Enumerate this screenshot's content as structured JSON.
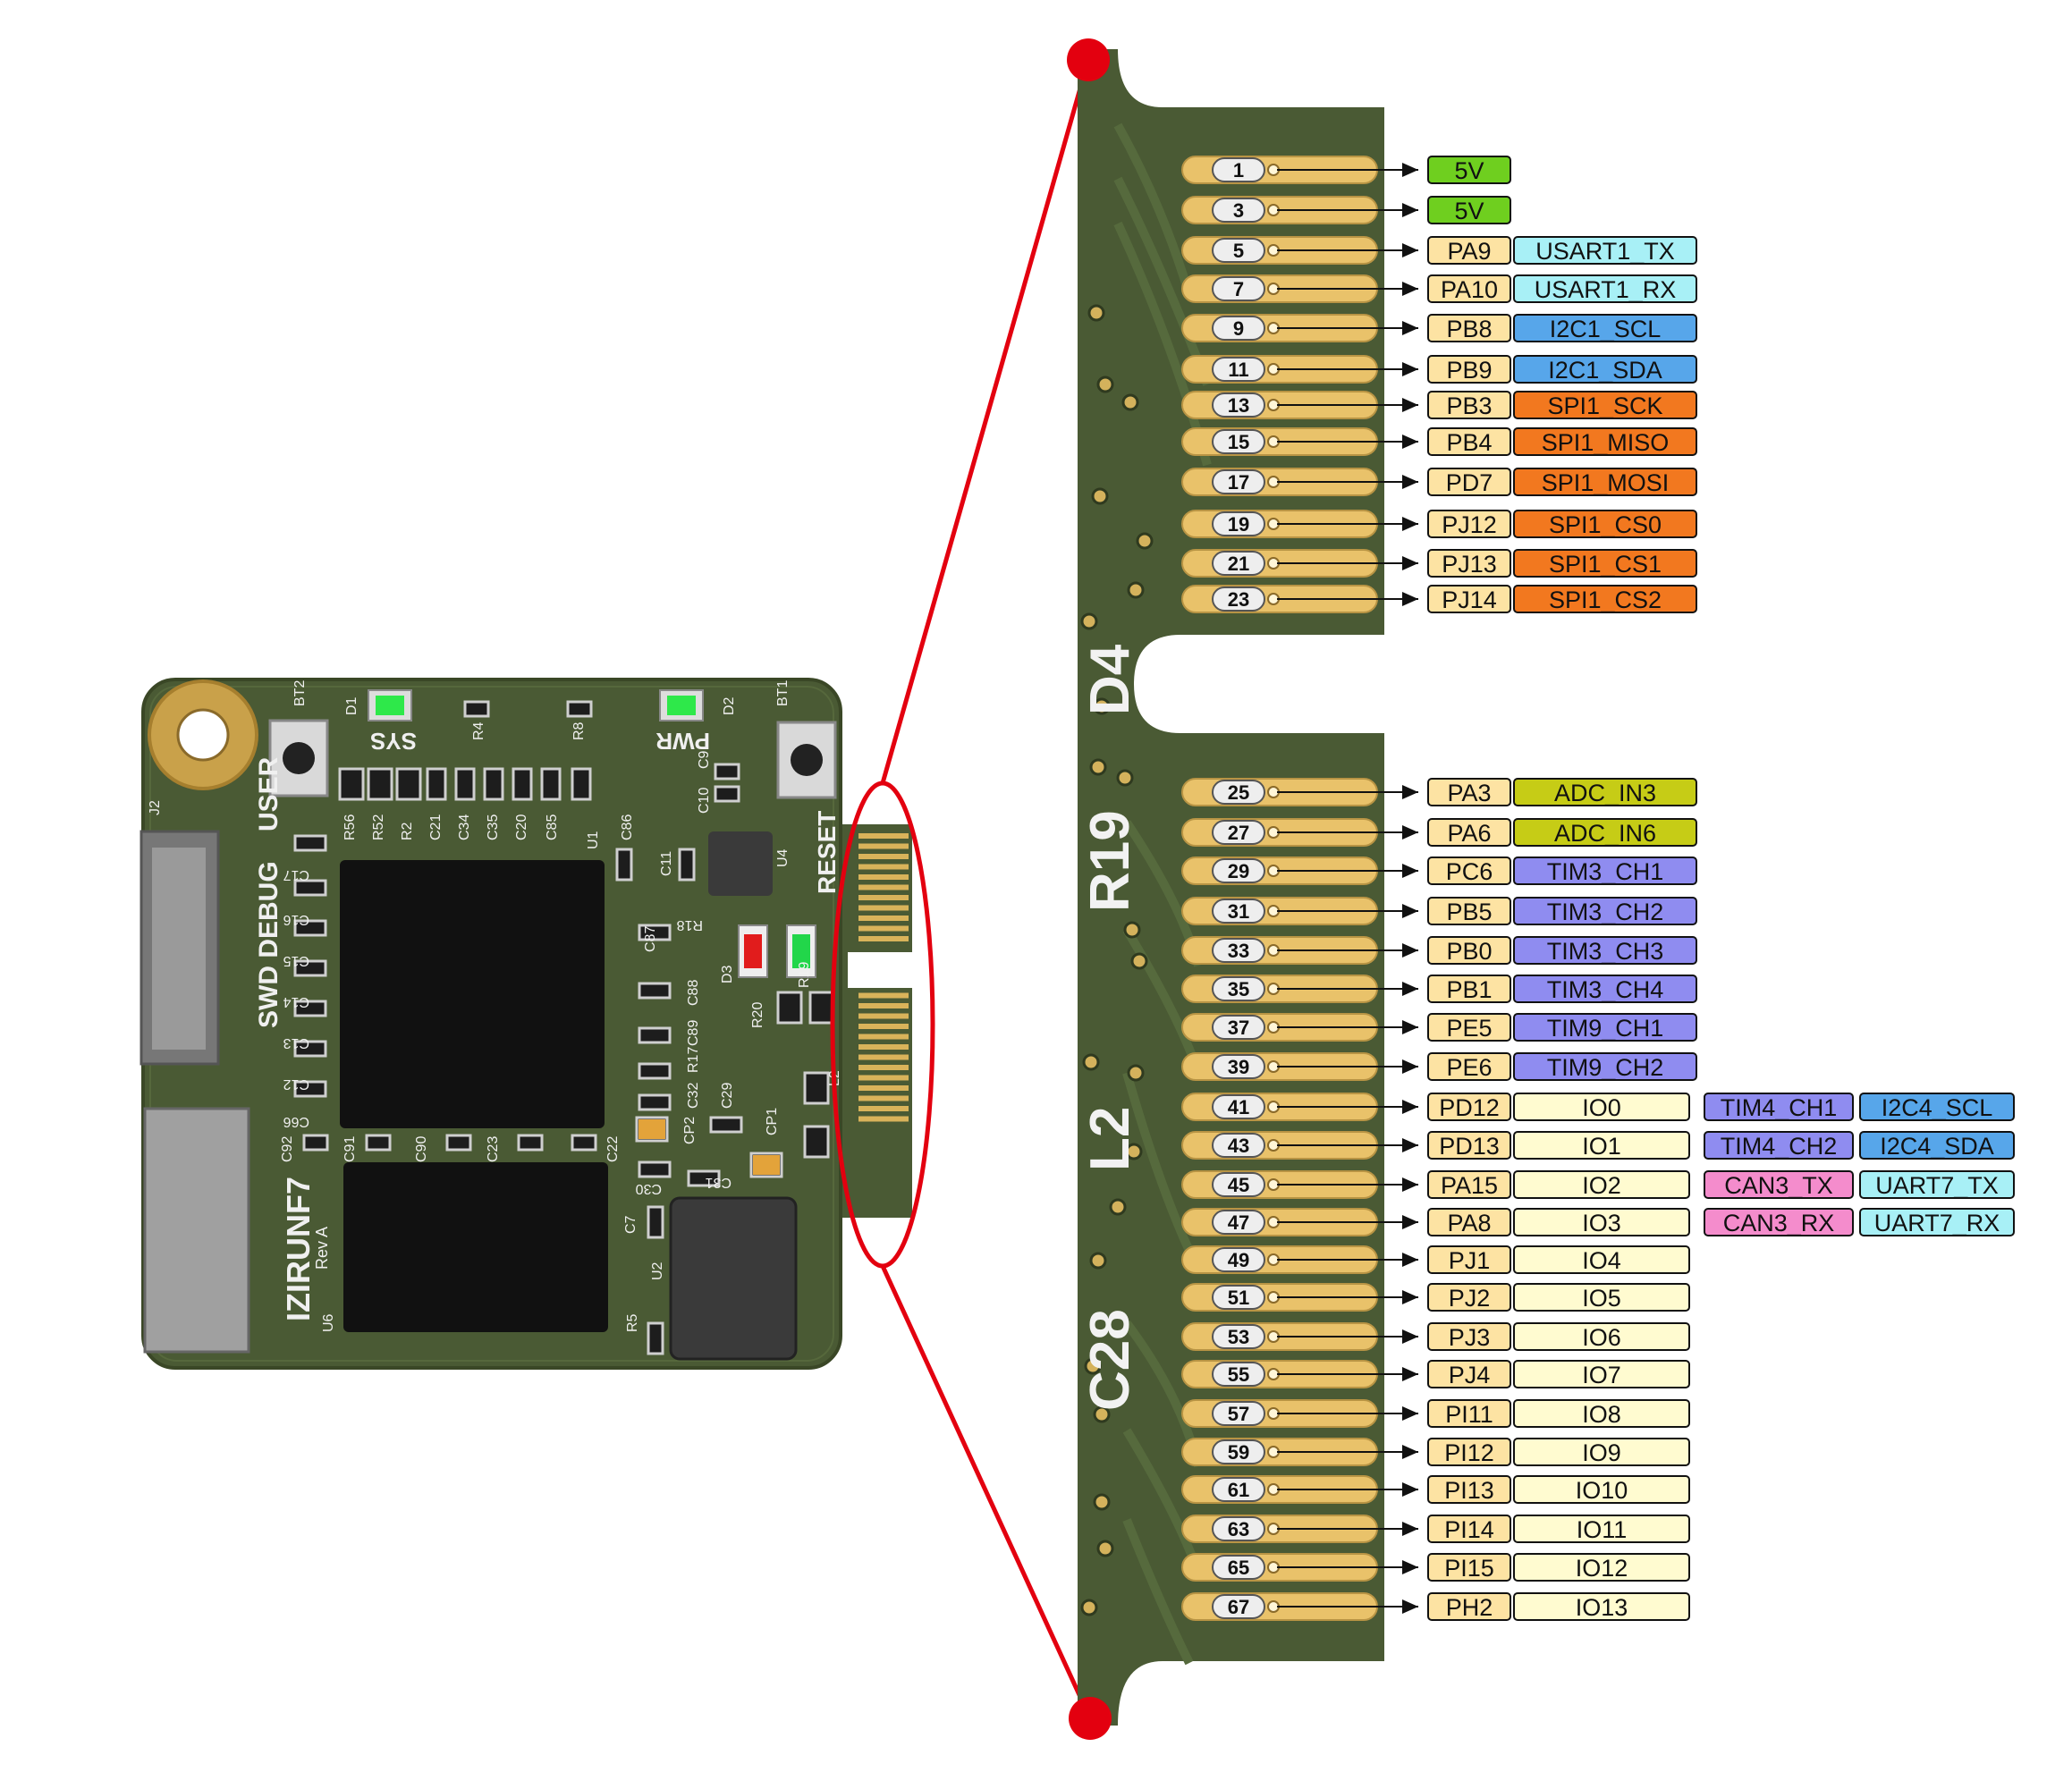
{
  "colors": {
    "pcb_green": "#4a5a34",
    "pcb_dark": "#3f4d2c",
    "gold": "#e9c26a",
    "gold_pad": "#d9b35a",
    "red_callout": "#e3000f",
    "power": "#6fcf1f",
    "gpio": "#fde3a3",
    "usart": "#a8f0f6",
    "i2c": "#57a6ea",
    "spi": "#f2781f",
    "adc": "#c6cc16",
    "tim": "#8f8cf0",
    "io": "#fffbd0",
    "can": "#f48ccc"
  },
  "board": {
    "name": "IZIRUNF7",
    "revision": "Rev A",
    "silkscreen_labels": [
      "USER",
      "SWD DEBUG",
      "RESET",
      "SYS",
      "PWR",
      "BT2",
      "BT1",
      "J2",
      "U1",
      "U2",
      "U4",
      "U6",
      "D1",
      "D2",
      "D3",
      "R4",
      "R8",
      "R5",
      "R56",
      "R52",
      "R2",
      "R17",
      "R18",
      "R19",
      "R20",
      "C21",
      "C34",
      "C35",
      "C20",
      "C85",
      "C86",
      "C11",
      "C10",
      "C9",
      "C87",
      "C88",
      "C89",
      "C32",
      "C29",
      "CP1",
      "CP2",
      "C30",
      "C31",
      "C7",
      "C17",
      "C16",
      "C15",
      "C14",
      "C13",
      "C12",
      "C66",
      "C92",
      "C91",
      "C90",
      "C23",
      "C22",
      "L2"
    ]
  },
  "zoom_silkscreen": [
    "D4",
    "R19",
    "L2",
    "C28"
  ],
  "pins": [
    {
      "num": "1",
      "labels": [
        {
          "text": "5V",
          "cat": "power"
        }
      ]
    },
    {
      "num": "3",
      "labels": [
        {
          "text": "5V",
          "cat": "power"
        }
      ]
    },
    {
      "num": "5",
      "labels": [
        {
          "text": "PA9",
          "cat": "gpio"
        },
        {
          "text": "USART1_TX",
          "cat": "usart"
        }
      ]
    },
    {
      "num": "7",
      "labels": [
        {
          "text": "PA10",
          "cat": "gpio"
        },
        {
          "text": "USART1_RX",
          "cat": "usart"
        }
      ]
    },
    {
      "num": "9",
      "labels": [
        {
          "text": "PB8",
          "cat": "gpio"
        },
        {
          "text": "I2C1_SCL",
          "cat": "i2c"
        }
      ]
    },
    {
      "num": "11",
      "labels": [
        {
          "text": "PB9",
          "cat": "gpio"
        },
        {
          "text": "I2C1_SDA",
          "cat": "i2c"
        }
      ]
    },
    {
      "num": "13",
      "labels": [
        {
          "text": "PB3",
          "cat": "gpio"
        },
        {
          "text": "SPI1_SCK",
          "cat": "spi"
        }
      ]
    },
    {
      "num": "15",
      "labels": [
        {
          "text": "PB4",
          "cat": "gpio"
        },
        {
          "text": "SPI1_MISO",
          "cat": "spi"
        }
      ]
    },
    {
      "num": "17",
      "labels": [
        {
          "text": "PD7",
          "cat": "gpio"
        },
        {
          "text": "SPI1_MOSI",
          "cat": "spi"
        }
      ]
    },
    {
      "num": "19",
      "labels": [
        {
          "text": "PJ12",
          "cat": "gpio"
        },
        {
          "text": "SPI1_CS0",
          "cat": "spi"
        }
      ]
    },
    {
      "num": "21",
      "labels": [
        {
          "text": "PJ13",
          "cat": "gpio"
        },
        {
          "text": "SPI1_CS1",
          "cat": "spi"
        }
      ]
    },
    {
      "num": "23",
      "labels": [
        {
          "text": "PJ14",
          "cat": "gpio"
        },
        {
          "text": "SPI1_CS2",
          "cat": "spi"
        }
      ]
    },
    {
      "num": "25",
      "labels": [
        {
          "text": "PA3",
          "cat": "gpio"
        },
        {
          "text": "ADC_IN3",
          "cat": "adc"
        }
      ]
    },
    {
      "num": "27",
      "labels": [
        {
          "text": "PA6",
          "cat": "gpio"
        },
        {
          "text": "ADC_IN6",
          "cat": "adc"
        }
      ]
    },
    {
      "num": "29",
      "labels": [
        {
          "text": "PC6",
          "cat": "gpio"
        },
        {
          "text": "TIM3_CH1",
          "cat": "tim"
        }
      ]
    },
    {
      "num": "31",
      "labels": [
        {
          "text": "PB5",
          "cat": "gpio"
        },
        {
          "text": "TIM3_CH2",
          "cat": "tim"
        }
      ]
    },
    {
      "num": "33",
      "labels": [
        {
          "text": "PB0",
          "cat": "gpio"
        },
        {
          "text": "TIM3_CH3",
          "cat": "tim"
        }
      ]
    },
    {
      "num": "35",
      "labels": [
        {
          "text": "PB1",
          "cat": "gpio"
        },
        {
          "text": "TIM3_CH4",
          "cat": "tim"
        }
      ]
    },
    {
      "num": "37",
      "labels": [
        {
          "text": "PE5",
          "cat": "gpio"
        },
        {
          "text": "TIM9_CH1",
          "cat": "tim"
        }
      ]
    },
    {
      "num": "39",
      "labels": [
        {
          "text": "PE6",
          "cat": "gpio"
        },
        {
          "text": "TIM9_CH2",
          "cat": "tim"
        }
      ]
    },
    {
      "num": "41",
      "labels": [
        {
          "text": "PD12",
          "cat": "gpio"
        },
        {
          "text": "IO0",
          "cat": "io"
        },
        {
          "text": "TIM4_CH1",
          "cat": "tim"
        },
        {
          "text": "I2C4_SCL",
          "cat": "i2c"
        }
      ]
    },
    {
      "num": "43",
      "labels": [
        {
          "text": "PD13",
          "cat": "gpio"
        },
        {
          "text": "IO1",
          "cat": "io"
        },
        {
          "text": "TIM4_CH2",
          "cat": "tim"
        },
        {
          "text": "I2C4_SDA",
          "cat": "i2c"
        }
      ]
    },
    {
      "num": "45",
      "labels": [
        {
          "text": "PA15",
          "cat": "gpio"
        },
        {
          "text": "IO2",
          "cat": "io"
        },
        {
          "text": "CAN3_TX",
          "cat": "can"
        },
        {
          "text": "UART7_TX",
          "cat": "usart"
        }
      ]
    },
    {
      "num": "47",
      "labels": [
        {
          "text": "PA8",
          "cat": "gpio"
        },
        {
          "text": "IO3",
          "cat": "io"
        },
        {
          "text": "CAN3_RX",
          "cat": "can"
        },
        {
          "text": "UART7_RX",
          "cat": "usart"
        }
      ]
    },
    {
      "num": "49",
      "labels": [
        {
          "text": "PJ1",
          "cat": "gpio"
        },
        {
          "text": "IO4",
          "cat": "io"
        }
      ]
    },
    {
      "num": "51",
      "labels": [
        {
          "text": "PJ2",
          "cat": "gpio"
        },
        {
          "text": "IO5",
          "cat": "io"
        }
      ]
    },
    {
      "num": "53",
      "labels": [
        {
          "text": "PJ3",
          "cat": "gpio"
        },
        {
          "text": "IO6",
          "cat": "io"
        }
      ]
    },
    {
      "num": "55",
      "labels": [
        {
          "text": "PJ4",
          "cat": "gpio"
        },
        {
          "text": "IO7",
          "cat": "io"
        }
      ]
    },
    {
      "num": "57",
      "labels": [
        {
          "text": "PI11",
          "cat": "gpio"
        },
        {
          "text": "IO8",
          "cat": "io"
        }
      ]
    },
    {
      "num": "59",
      "labels": [
        {
          "text": "PI12",
          "cat": "gpio"
        },
        {
          "text": "IO9",
          "cat": "io"
        }
      ]
    },
    {
      "num": "61",
      "labels": [
        {
          "text": "PI13",
          "cat": "gpio"
        },
        {
          "text": "IO10",
          "cat": "io"
        }
      ]
    },
    {
      "num": "63",
      "labels": [
        {
          "text": "PI14",
          "cat": "gpio"
        },
        {
          "text": "IO11",
          "cat": "io"
        }
      ]
    },
    {
      "num": "65",
      "labels": [
        {
          "text": "PI15",
          "cat": "gpio"
        },
        {
          "text": "IO12",
          "cat": "io"
        }
      ]
    },
    {
      "num": "67",
      "labels": [
        {
          "text": "PH2",
          "cat": "gpio"
        },
        {
          "text": "IO13",
          "cat": "io"
        }
      ]
    }
  ]
}
